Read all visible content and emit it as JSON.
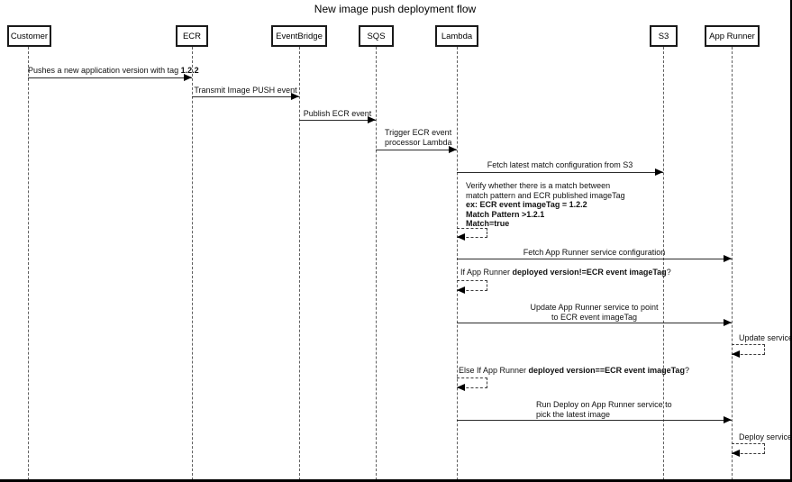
{
  "title": "New image push deployment flow",
  "participants": [
    {
      "label": "Customer"
    },
    {
      "label": "ECR"
    },
    {
      "label": "EventBridge"
    },
    {
      "label": "SQS"
    },
    {
      "label": "Lambda"
    },
    {
      "label": "S3"
    },
    {
      "label": "App Runner"
    }
  ],
  "messages": {
    "push_version": {
      "prefix": "Pushes a new application version with tag ",
      "bold": "1.2.2"
    },
    "transmit_push": "Transmit Image PUSH event",
    "publish_ecr": "Publish ECR event",
    "trigger_lambda": {
      "line1": "Trigger ECR event",
      "line2": "processor Lambda"
    },
    "fetch_match_config": "Fetch latest match configuration from S3",
    "verify_note": {
      "line1": "Verify whether there is a match between",
      "line2": "match pattern and ECR published imageTag",
      "line3": "ex: ECR event imageTag = 1.2.2",
      "line4": "Match Pattern >1.2.1",
      "line5": "Match=true"
    },
    "fetch_apprunner_config": "Fetch App Runner service configuration",
    "if_condition": {
      "prefix": "If App Runner ",
      "bold": "deployed version!=ECR event imageTag",
      "suffix": "?"
    },
    "update_apprunner": {
      "line1": "Update App Runner service to point",
      "line2": "to ECR event imageTag"
    },
    "update_service_self": "Update service",
    "else_condition": {
      "prefix": "Else If App Runner ",
      "bold": "deployed version==ECR event imageTag",
      "suffix": "?"
    },
    "run_deploy": {
      "line1": "Run Deploy on App Runner service to",
      "line2": "pick the latest image"
    },
    "deploy_service_self": "Deploy service"
  }
}
